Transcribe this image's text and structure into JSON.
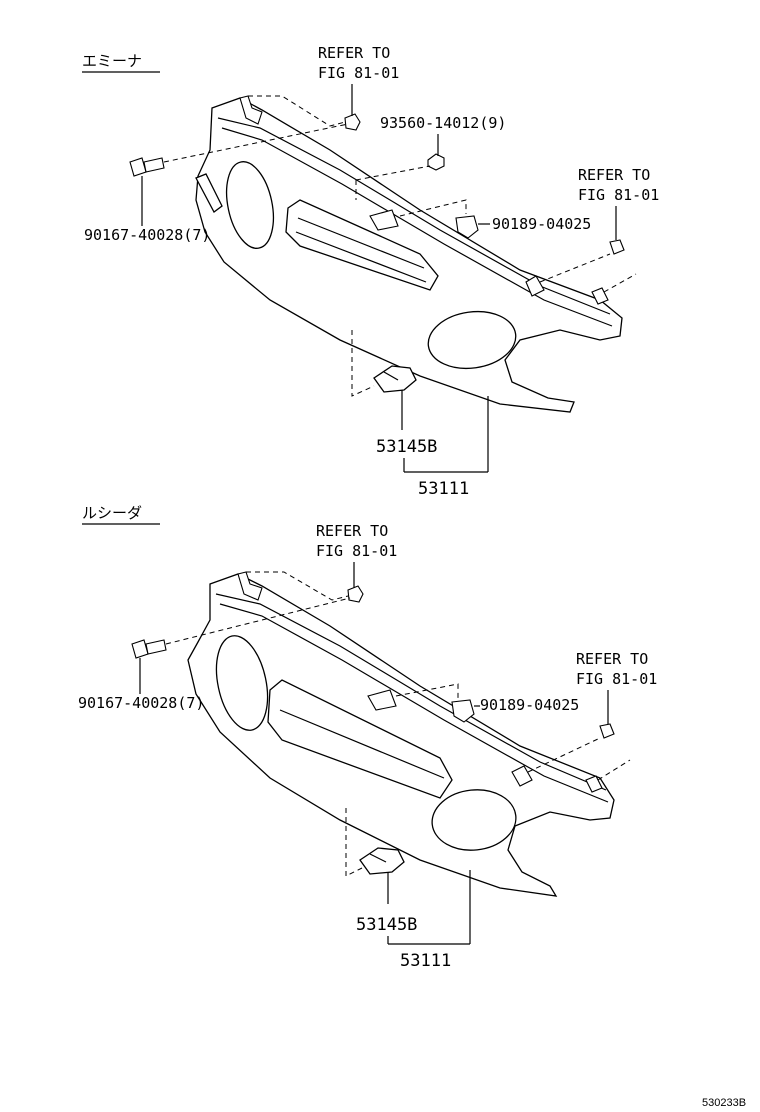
{
  "sections": [
    {
      "title": "エミーナ",
      "labels": {
        "refer_top": [
          "REFER TO",
          "FIG 81-01"
        ],
        "nut_part": "93560-14012(9)",
        "bolt_part": "90167-40028(7)",
        "clip_right_part": "90189-04025",
        "refer_right": [
          "REFER TO",
          "FIG 81-01"
        ],
        "bracket_part": "53145B",
        "grille_part": "53111"
      }
    },
    {
      "title": "ルシーダ",
      "labels": {
        "refer_top": [
          "REFER TO",
          "FIG 81-01"
        ],
        "bolt_part": "90167-40028(7)",
        "clip_right_part": "90189-04025",
        "refer_right": [
          "REFER TO",
          "FIG 81-01"
        ],
        "bracket_part": "53145B",
        "grille_part": "53111"
      }
    }
  ],
  "figure_id": "530233B"
}
